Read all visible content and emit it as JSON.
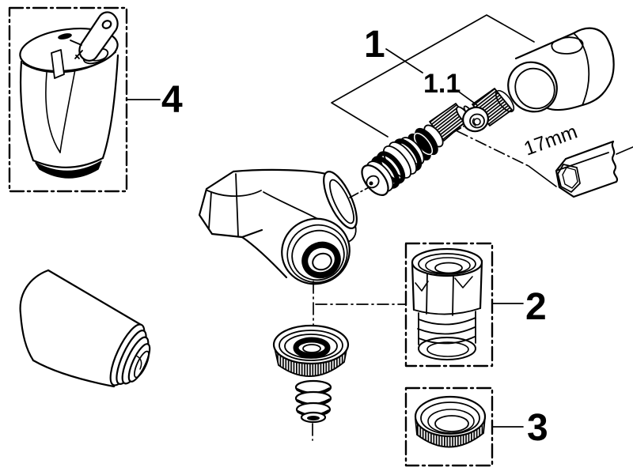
{
  "diagram": {
    "type": "exploded-parts-diagram",
    "background": "#ffffff",
    "line_color": "#000000",
    "labels": {
      "callout_1": "1",
      "callout_1_1": "1.1",
      "callout_2": "2",
      "callout_3": "3",
      "callout_4": "4",
      "tool_size": "17mm"
    },
    "parts": [
      {
        "callout": "1",
        "name": "headpart-cartridge-and-cap-assembly"
      },
      {
        "callout": "1.1",
        "name": "adapter-insert"
      },
      {
        "callout": "2",
        "name": "union-adapter-in-dashed-box"
      },
      {
        "callout": "3",
        "name": "knurled-ring-nut-in-dashed-box"
      },
      {
        "callout": "4",
        "name": "covering-cap-with-key-in-dashed-box"
      },
      {
        "callout": "17mm",
        "name": "hex-socket-tool"
      }
    ]
  }
}
